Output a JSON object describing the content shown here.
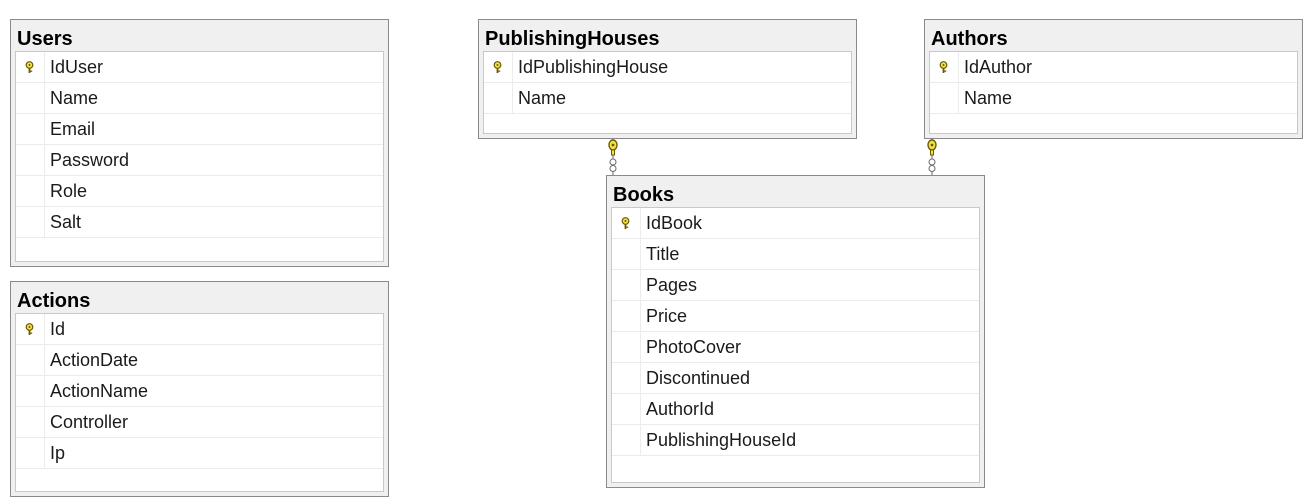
{
  "tables": {
    "users": {
      "title": "Users",
      "columns": [
        {
          "name": "IdUser",
          "primary_key": true
        },
        {
          "name": "Name",
          "primary_key": false
        },
        {
          "name": "Email",
          "primary_key": false
        },
        {
          "name": "Password",
          "primary_key": false
        },
        {
          "name": "Role",
          "primary_key": false
        },
        {
          "name": "Salt",
          "primary_key": false
        }
      ]
    },
    "actions": {
      "title": "Actions",
      "columns": [
        {
          "name": "Id",
          "primary_key": true
        },
        {
          "name": "ActionDate",
          "primary_key": false
        },
        {
          "name": "ActionName",
          "primary_key": false
        },
        {
          "name": "Controller",
          "primary_key": false
        },
        {
          "name": "Ip",
          "primary_key": false
        }
      ]
    },
    "publishing_houses": {
      "title": "PublishingHouses",
      "columns": [
        {
          "name": "IdPublishingHouse",
          "primary_key": true
        },
        {
          "name": "Name",
          "primary_key": false
        }
      ]
    },
    "authors": {
      "title": "Authors",
      "columns": [
        {
          "name": "IdAuthor",
          "primary_key": true
        },
        {
          "name": "Name",
          "primary_key": false
        }
      ]
    },
    "books": {
      "title": "Books",
      "columns": [
        {
          "name": "IdBook",
          "primary_key": true
        },
        {
          "name": "Title",
          "primary_key": false
        },
        {
          "name": "Pages",
          "primary_key": false
        },
        {
          "name": "Price",
          "primary_key": false
        },
        {
          "name": "PhotoCover",
          "primary_key": false
        },
        {
          "name": "Discontinued",
          "primary_key": false
        },
        {
          "name": "AuthorId",
          "primary_key": false
        },
        {
          "name": "PublishingHouseId",
          "primary_key": false
        }
      ]
    }
  },
  "relationships": [
    {
      "from": "publishing_houses",
      "to": "books"
    },
    {
      "from": "authors",
      "to": "books"
    }
  ],
  "colors": {
    "key_fill": "#f4e24a",
    "key_stroke": "#6b5a00",
    "header_bg": "#f0f0f0",
    "border": "#8a8a8a"
  }
}
